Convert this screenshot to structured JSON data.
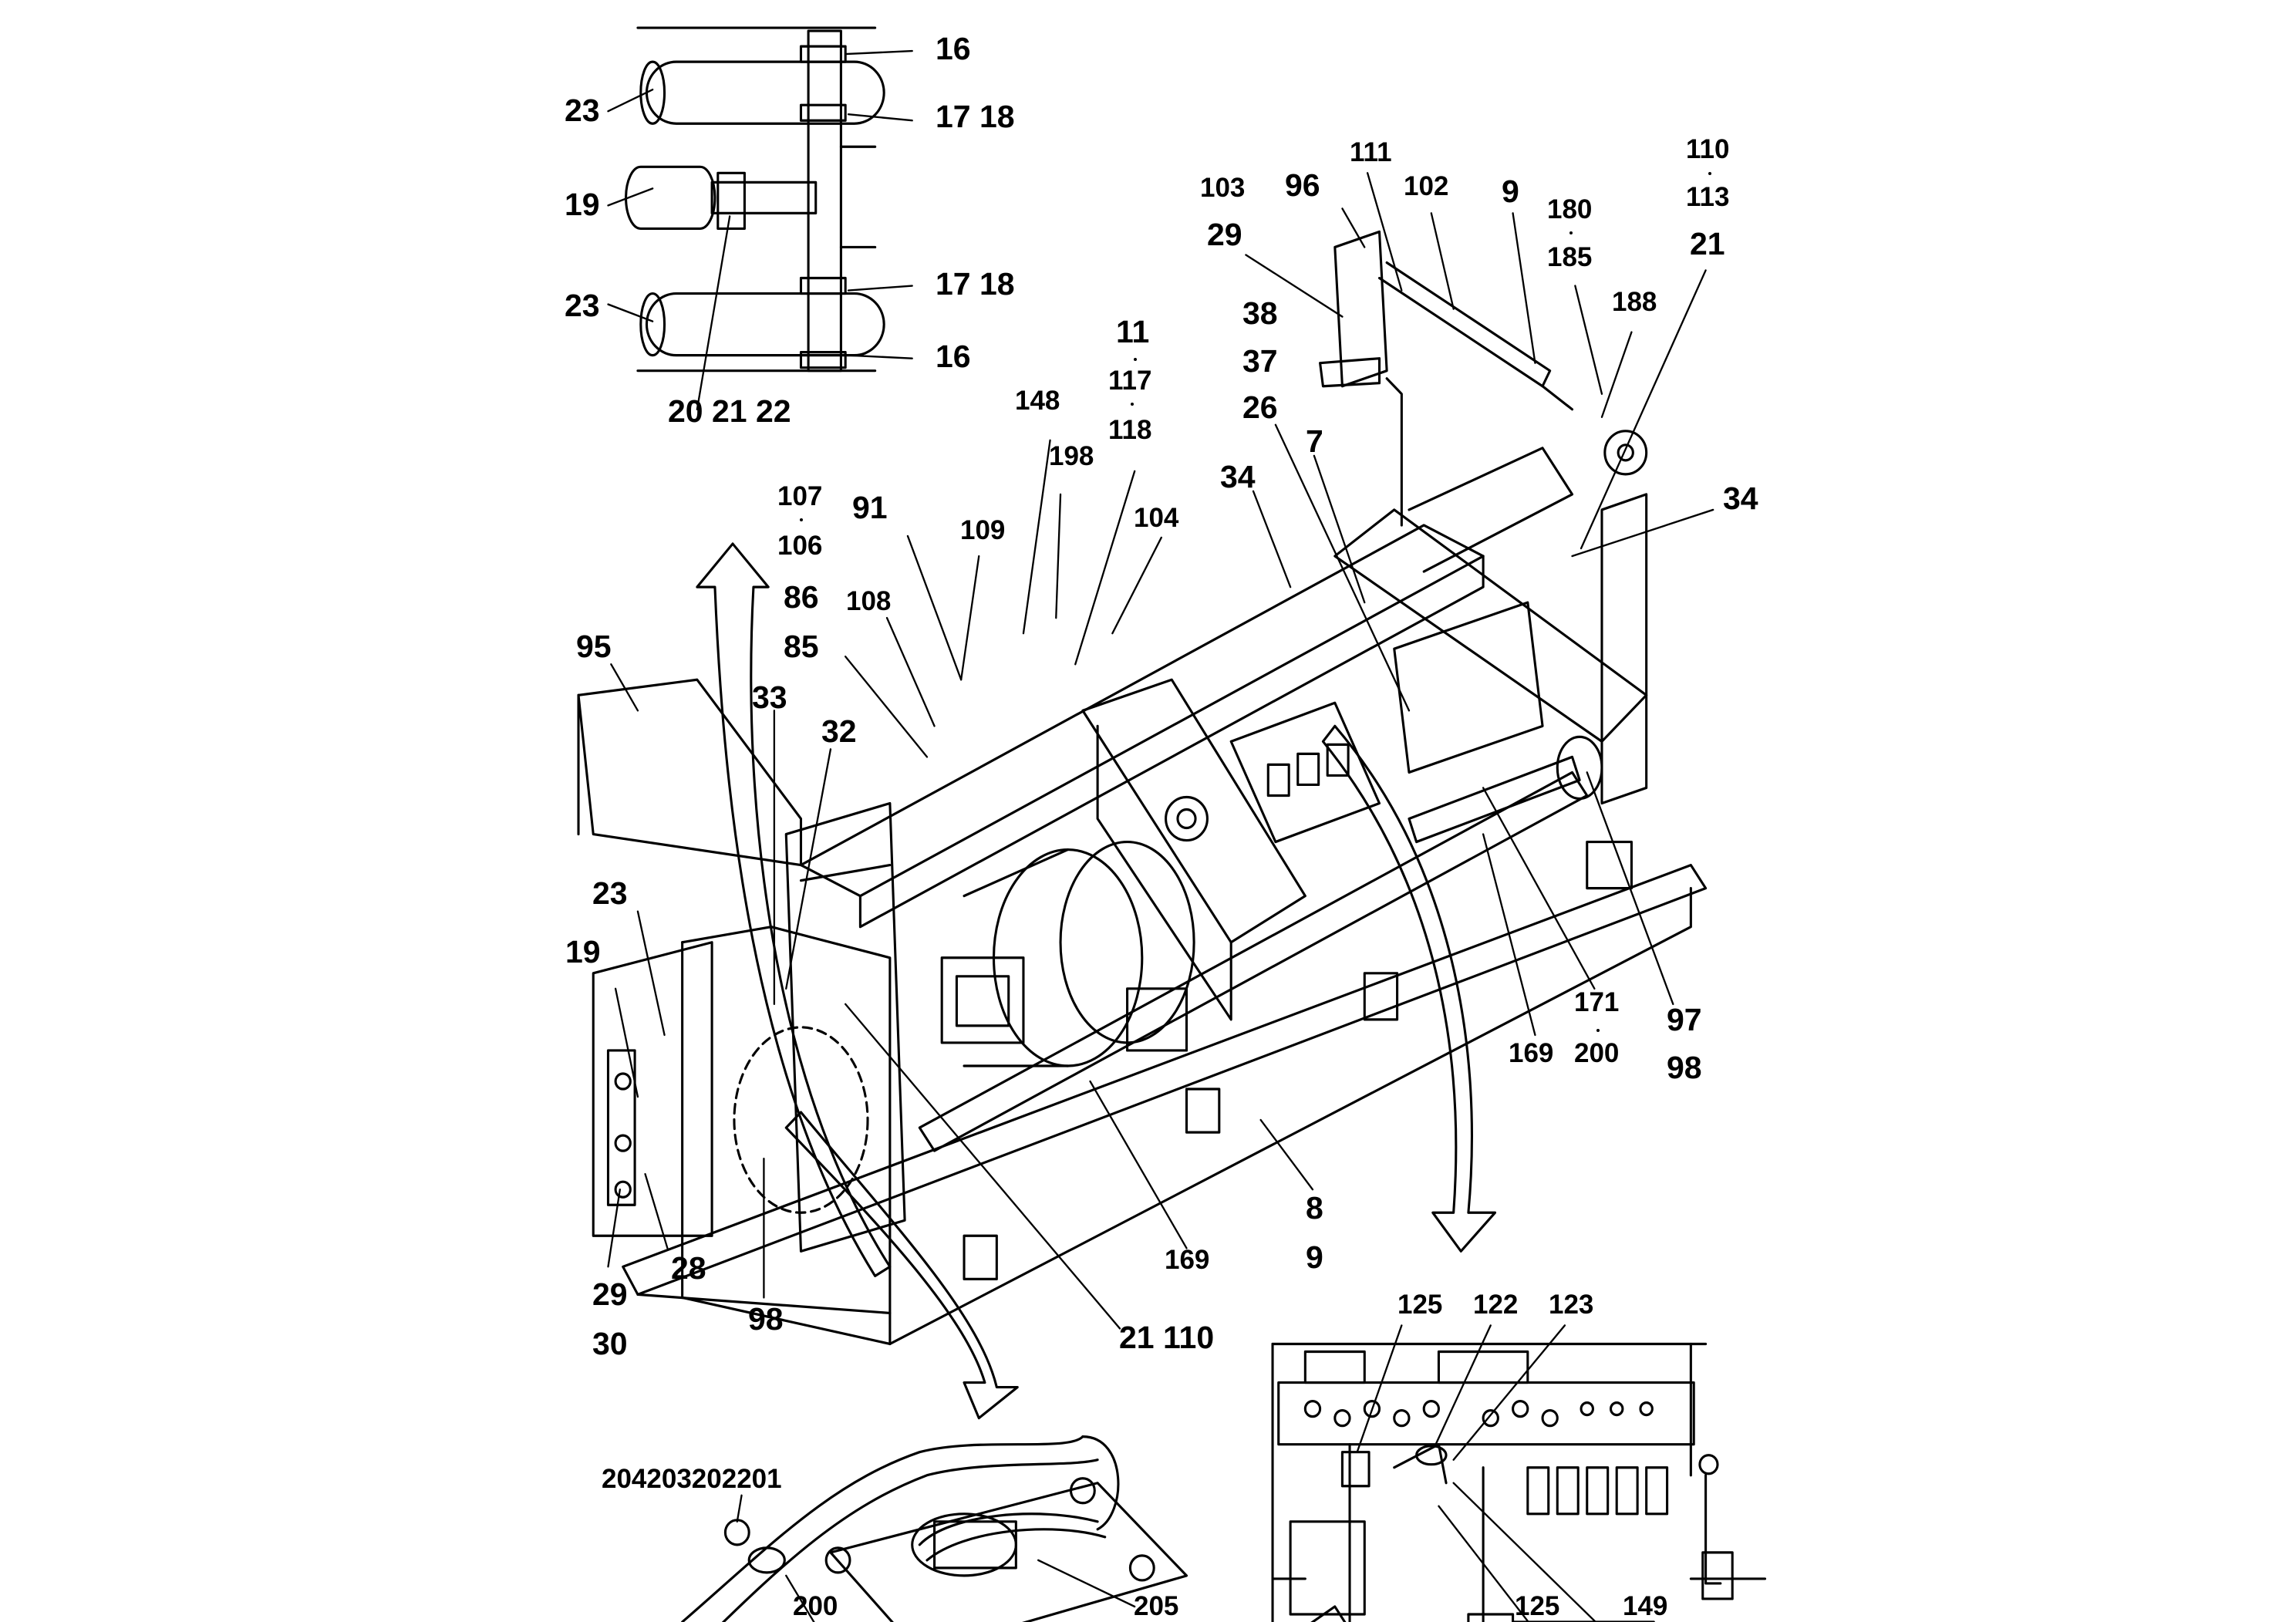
{
  "diagram": {
    "line_color": "#000000",
    "background": "#ffffff",
    "callouts": {
      "c16a": "16",
      "c17_18a": "17 18",
      "c23a": "23",
      "c19a": "19",
      "c17_18b": "17 18",
      "c23b": "23",
      "c16b": "16",
      "c20_21_22": "20 21 22",
      "c103": "103",
      "c96": "96",
      "c111": "111",
      "c102": "102",
      "c9a": "9",
      "c110a": "110",
      "c113": "113",
      "c180": "180",
      "c185": "185",
      "c21a": "21",
      "c29a": "29",
      "c188": "188",
      "c11": "11",
      "c117": "117",
      "c118": "118",
      "c38": "38",
      "c37": "37",
      "c26": "26",
      "c148": "148",
      "c198": "198",
      "c7": "7",
      "c34a": "34",
      "c34b": "34",
      "c107": "107",
      "c106": "106",
      "c91": "91",
      "c109": "109",
      "c104": "104",
      "c86": "86",
      "c108": "108",
      "c85": "85",
      "c95": "95",
      "c33": "33",
      "c32": "32",
      "c23c": "23",
      "c19b": "19",
      "c171": "171",
      "c97": "97",
      "c169a": "169",
      "c200a": "200",
      "c98a": "98",
      "c8": "8",
      "c9b": "9",
      "c169b": "169",
      "c29b": "29",
      "c28": "28",
      "c30": "30",
      "c98b": "98",
      "c21_110": "21 110",
      "c125a": "125",
      "c122": "122",
      "c123": "123",
      "c204_201": "204203202201",
      "c205": "205",
      "c200b": "200",
      "c125b": "125",
      "c149": "149"
    }
  }
}
